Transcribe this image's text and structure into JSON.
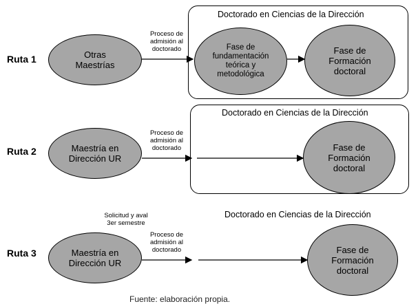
{
  "rows": [
    {
      "route_label": "Ruta 1",
      "program_title": "Doctorado en Ciencias de la Dirección",
      "origin": "Otras\nMaestrías",
      "admission_note": "Proceso de\nadmisión al\ndoctorado",
      "middle_phase": "Fase de\nfundamentación\nteórica y\nmetodológica",
      "final_phase": "Fase de\nFormación\ndoctoral"
    },
    {
      "route_label": "Ruta 2",
      "program_title": "Doctorado en Ciencias de la Dirección",
      "origin": "Maestría en\nDirección UR",
      "admission_note": "Proceso de\nadmisión al\ndoctorado",
      "final_phase": "Fase de\nFormación\ndoctoral"
    },
    {
      "route_label": "Ruta 3",
      "program_title": "Doctorado en Ciencias de la Dirección",
      "request_note": "Solicitud y aval\n3er semestre",
      "origin": "Maestría en\nDirección UR",
      "admission_note": "Proceso de\nadmisión al\ndoctorado",
      "final_phase": "Fase de\nFormación\ndoctoral"
    }
  ],
  "caption": "Fuente: elaboración propia.",
  "colors": {
    "ellipse_fill": "#a6a6a6",
    "stroke": "#000000"
  }
}
